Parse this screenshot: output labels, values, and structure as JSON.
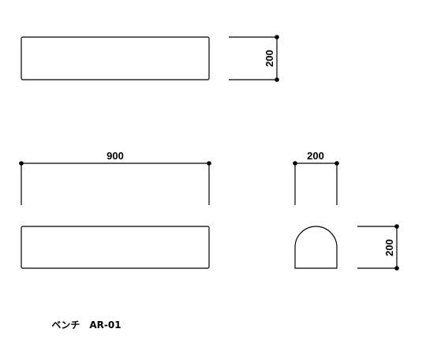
{
  "drawing": {
    "top_view": {
      "depth_label": "200"
    },
    "front_view": {
      "width_label": "900"
    },
    "side_view": {
      "width_label": "200",
      "height_label": "200"
    }
  },
  "caption": {
    "name": "ベンチ",
    "code": "AR-01"
  },
  "colors": {
    "line": "#000000",
    "background": "#ffffff"
  }
}
